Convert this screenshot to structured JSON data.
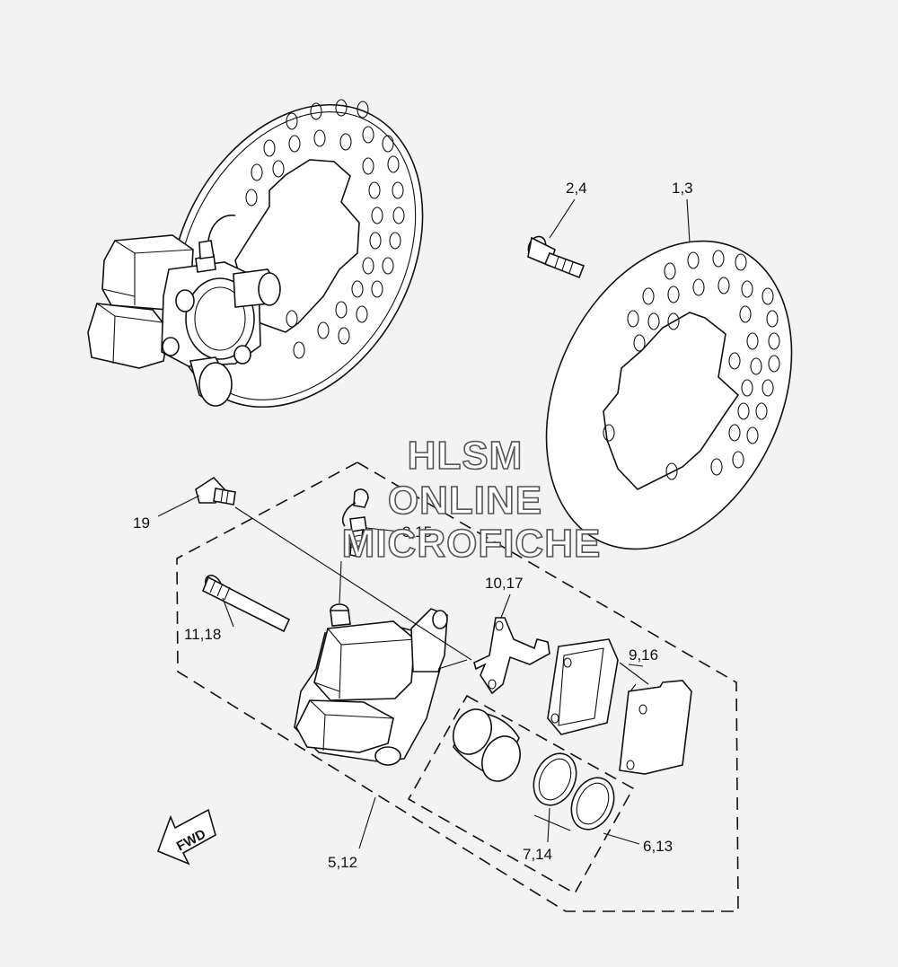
{
  "labels": {
    "bolt": "2,4",
    "disc": "1,3",
    "caliper_bolt": "19",
    "bleed_screw": "8,15",
    "pad_support": "10,17",
    "pin": "11,18",
    "pads": "9,16",
    "caliper_assy": "5,12",
    "seal_a": "7,14",
    "seal_b": "6,13"
  },
  "fwd_text": "FWD",
  "watermark": [
    "HLSM",
    "ONLINE",
    "MICROFICHE"
  ]
}
